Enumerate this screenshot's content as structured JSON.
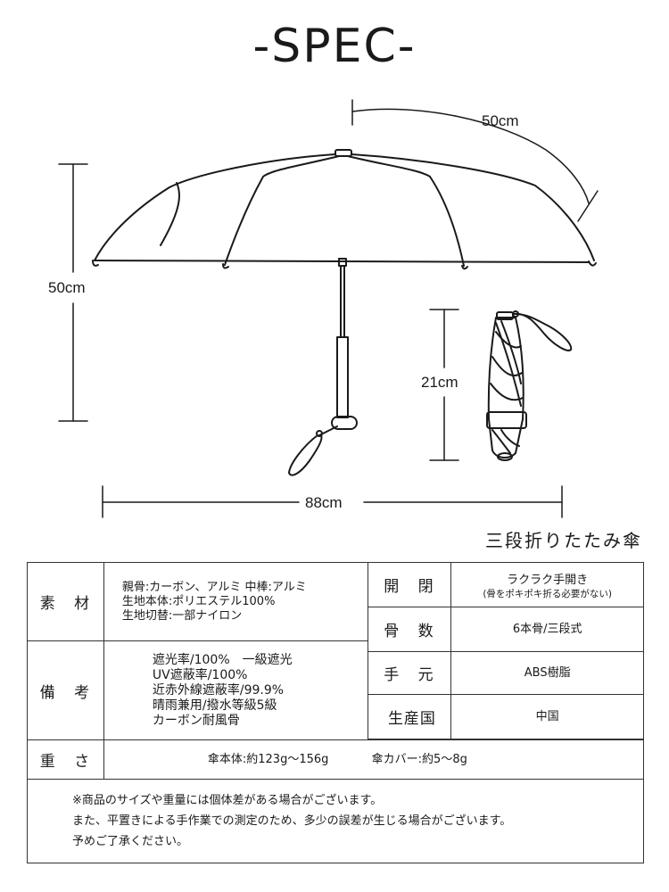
{
  "title": "-SPEC-",
  "dimensions": {
    "arc": "50cm",
    "height": "50cm",
    "folded": "21cm",
    "width": "88cm"
  },
  "subtitle": "三段折りたたみ傘",
  "table": {
    "material_label": "素 材",
    "material_lines": [
      "親骨:カーボン、アルミ 中棒:アルミ",
      "生地本体:ポリエステル100%",
      "生地切替:一部ナイロン"
    ],
    "notes_label": "備 考",
    "notes_lines": [
      "遮光率/100%　一級遮光",
      "UV遮蔽率/100%",
      "近赤外線遮蔽率/99.9%",
      "晴雨兼用/撥水等級5級",
      "カーボン耐風骨"
    ],
    "open_label": "開 閉",
    "open_value": "ラクラク手開き",
    "open_note": "(骨をポキポキ折る必要がない)",
    "ribs_label": "骨 数",
    "ribs_value": "6本骨/三段式",
    "handle_label": "手 元",
    "handle_value": "ABS樹脂",
    "origin_label": "生産国",
    "origin_value": "中国",
    "weight_label": "重 さ",
    "weight_body": "傘本体:約123g～156g",
    "weight_cover": "傘カバー:約5～8g",
    "footnote_lines": [
      "※商品のサイズや重量には個体差がある場合がございます。",
      "また、平置きによる手作業での測定のため、多少の誤差が生じる場合がございます。",
      "予めご了承ください。"
    ]
  },
  "colors": {
    "line": "#1a1a1a",
    "background": "#ffffff"
  }
}
